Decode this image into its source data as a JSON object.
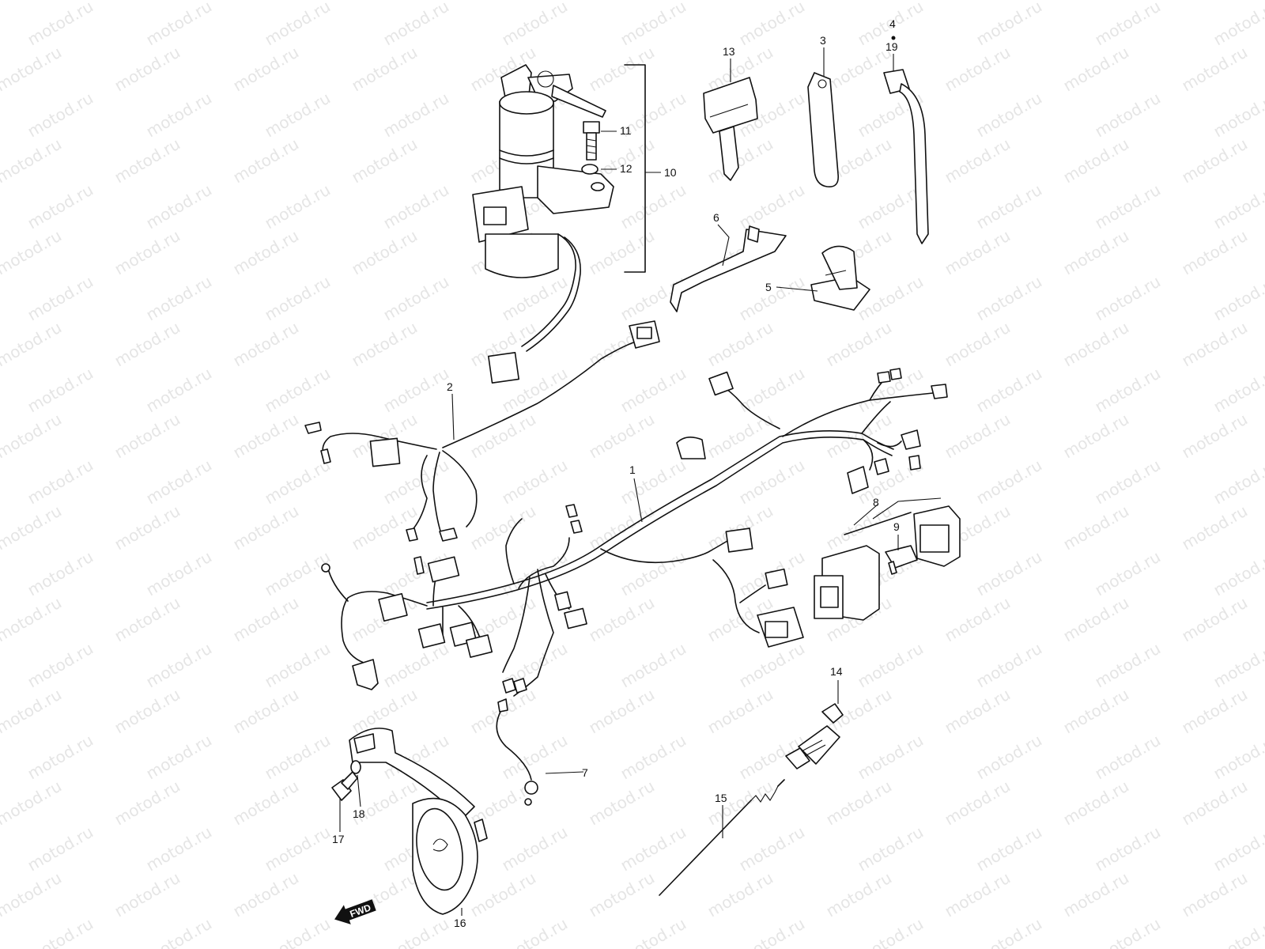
{
  "watermark": {
    "text": "motod.ru",
    "color": "#d0d0d0"
  },
  "colors": {
    "line": "#111111",
    "background": "#ffffff"
  },
  "callouts": {
    "p1": "1",
    "p2": "2",
    "p3": "3",
    "p4": "4",
    "p5": "5",
    "p6": "6",
    "p7": "7",
    "p8": "8",
    "p9": "9",
    "p10": "10",
    "p11": "11",
    "p12": "12",
    "p13": "13",
    "p14": "14",
    "p15": "15",
    "p16": "16",
    "p17": "17",
    "p18": "18",
    "p19": "19"
  },
  "fwd_label": "FWD",
  "icons": {
    "fwd": "fwd-arrow-icon"
  }
}
